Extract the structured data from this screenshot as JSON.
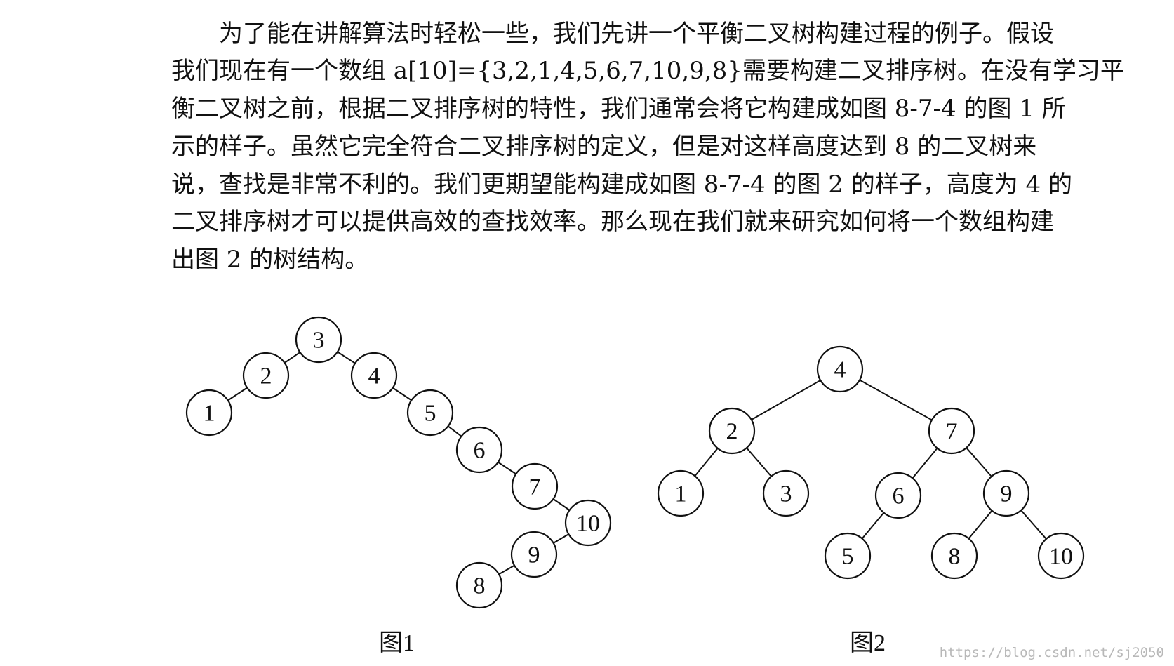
{
  "paragraph": {
    "lines": [
      "　　为了能在讲解算法时轻松一些，我们先讲一个平衡二叉树构建过程的例子。假设",
      "我们现在有一个数组 a[10]={3,2,1,4,5,6,7,10,9,8}需要构建二叉排序树。在没有学习平",
      "衡二叉树之前，根据二叉排序树的特性，我们通常会将它构建成如图 8-7-4 的图 1 所",
      "示的样子。虽然它完全符合二叉排序树的定义，但是对这样高度达到 8 的二叉树来",
      "说，查找是非常不利的。我们更期望能构建成如图 8-7-4 的图 2 的样子，高度为 4 的",
      "二叉排序树才可以提供高效的查找效率。那么现在我们就来研究如何将一个数组构建",
      "出图 2 的树结构。"
    ]
  },
  "figure1": {
    "caption": "图1",
    "nodes": [
      "3",
      "2",
      "1",
      "4",
      "5",
      "6",
      "7",
      "10",
      "9",
      "8"
    ],
    "edges": [
      [
        "3",
        "2"
      ],
      [
        "2",
        "1"
      ],
      [
        "3",
        "4"
      ],
      [
        "4",
        "5"
      ],
      [
        "5",
        "6"
      ],
      [
        "6",
        "7"
      ],
      [
        "7",
        "10"
      ],
      [
        "10",
        "9"
      ],
      [
        "9",
        "8"
      ]
    ]
  },
  "figure2": {
    "caption": "图2",
    "nodes": [
      "4",
      "2",
      "7",
      "1",
      "3",
      "6",
      "9",
      "5",
      "8",
      "10"
    ],
    "edges": [
      [
        "4",
        "2"
      ],
      [
        "4",
        "7"
      ],
      [
        "2",
        "1"
      ],
      [
        "2",
        "3"
      ],
      [
        "7",
        "6"
      ],
      [
        "7",
        "9"
      ],
      [
        "6",
        "5"
      ],
      [
        "9",
        "8"
      ],
      [
        "9",
        "10"
      ]
    ]
  },
  "watermark": "https://blog.csdn.net/sj2050"
}
